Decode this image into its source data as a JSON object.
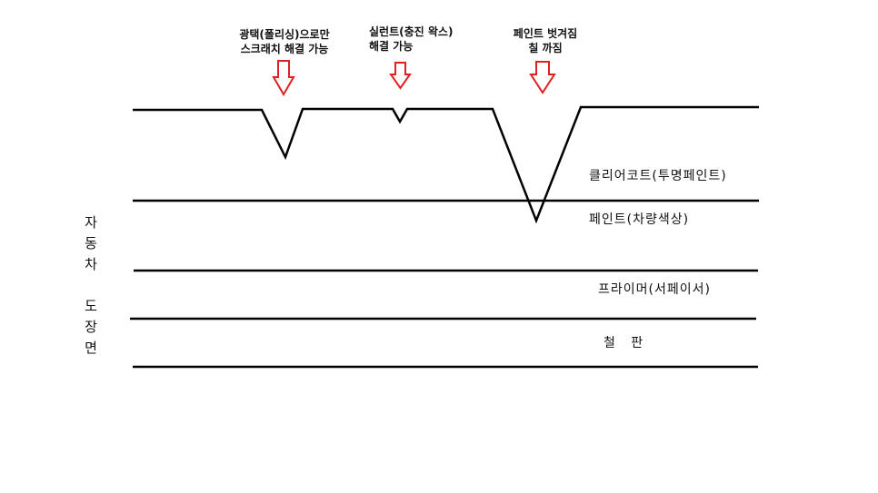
{
  "callouts": [
    {
      "line1": "광택(폴리싱)으로만",
      "line2": "스크래치 해결 가능"
    },
    {
      "line1": "실런트(충진 왁스)",
      "line2": "해결 가능"
    },
    {
      "line1": "페인트 벗겨짐",
      "line2": "칠 까짐"
    }
  ],
  "layers": [
    {
      "label": "클리어코트(투명페인트)"
    },
    {
      "label": "페인트(차량색상)"
    },
    {
      "label": "프라이머(서페이서)"
    },
    {
      "label": "철   판"
    }
  ],
  "side_label": {
    "chars": [
      "자",
      "동",
      "차",
      "",
      "도",
      "장",
      "면"
    ],
    "text": "자동차 도장면"
  },
  "colors": {
    "line": "#000000",
    "arrow": "#e02020",
    "background": "#ffffff"
  }
}
